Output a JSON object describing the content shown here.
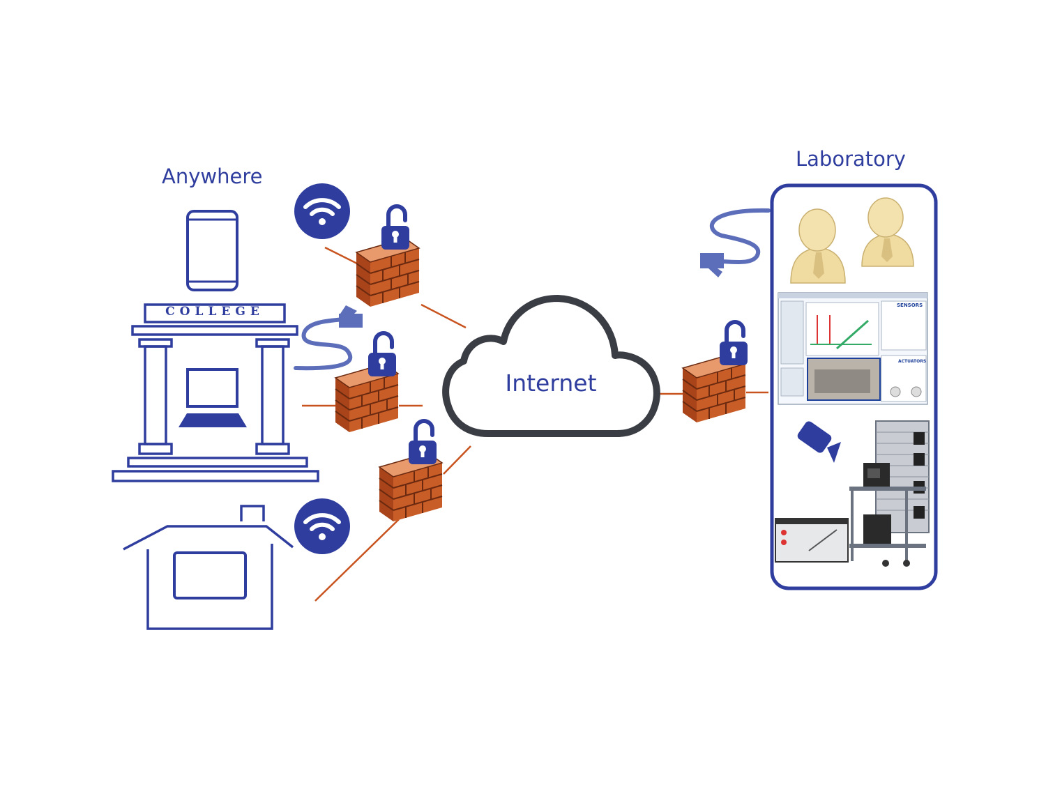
{
  "labels": {
    "anywhere": "Anywhere",
    "laboratory": "Laboratory",
    "internet": "Internet",
    "college": "COLLEGE"
  },
  "colors": {
    "brand_blue": "#2f3e9e",
    "link_orange": "#c8531e",
    "brick": "#c75a26",
    "brick_light": "#e0895a",
    "mortar": "#6b2a10",
    "cloud_outline": "#3a3d44",
    "lock": "#2f3e9e",
    "wifi_bg": "#2f3e9e"
  },
  "icons": {
    "tablet": "tablet-icon",
    "college": "college-building-icon",
    "laptop": "laptop-icon",
    "home": "house-icon",
    "wifi": "wifi-icon",
    "cable": "network-cable-icon",
    "firewall": "brick-firewall-icon",
    "padlock": "open-padlock-icon",
    "cloud": "cloud-icon",
    "users": "user-avatars-icon",
    "camera": "video-camera-icon",
    "scada": "scada-screen-icon",
    "equipment": "lab-equipment-icon"
  },
  "lab_screen": {
    "sensors_label": "SENSORS",
    "actuators_label": "ACTUATORS"
  }
}
